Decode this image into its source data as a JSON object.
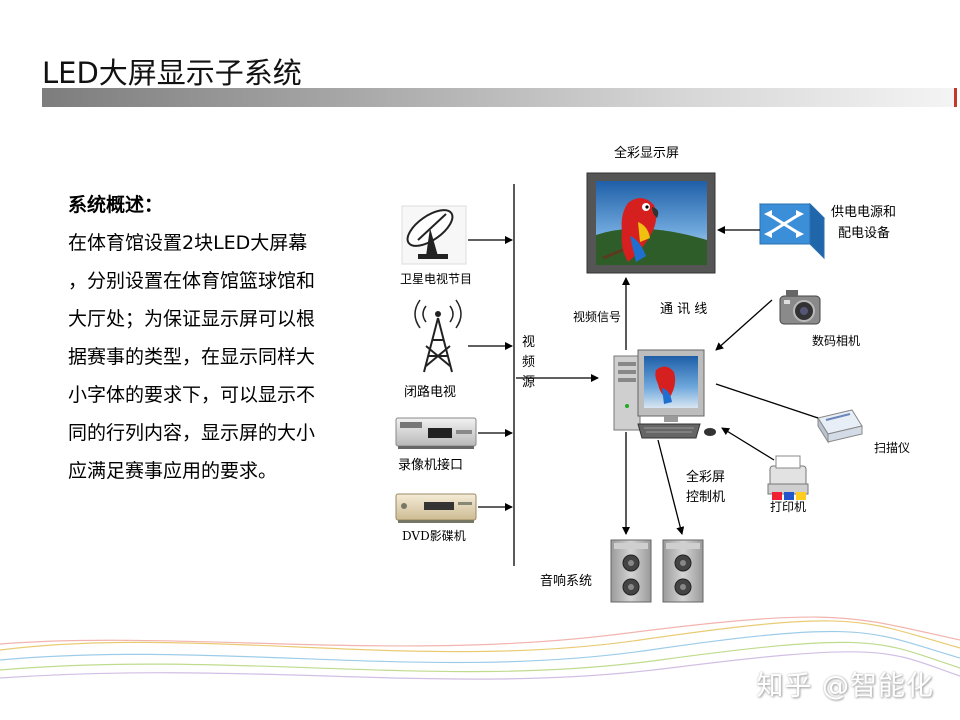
{
  "page": {
    "title": "LED大屏显示子系统"
  },
  "overview": {
    "heading": "系统概述：",
    "lines": [
      "在体育馆设置2块LED大屏幕",
      "，分别设置在体育馆篮球馆和",
      "大厅处；为保证显示屏可以根",
      "据赛事的类型，在显示同样大",
      "小字体的要求下，可以显示不",
      "同的行列内容，显示屏的大小",
      "应满足赛事应用的要求。"
    ]
  },
  "diagram": {
    "display_label": "全彩显示屏",
    "power_label_1": "供电电源和",
    "power_label_2": "配电设备",
    "satellite_label": "卫星电视节目",
    "cctv_label": "闭路电视",
    "vcr_label": "录像机接口",
    "dvd_label": "DVD影碟机",
    "video_source_chars": [
      "视",
      "频",
      "源"
    ],
    "video_signal_label": "视频信号",
    "comm_line_label": "通 讯 线",
    "camera_label": "数码相机",
    "scanner_label": "扫描仪",
    "controller_label_1": "全彩屏",
    "controller_label_2": "控制机",
    "printer_label": "打印机",
    "audio_label": "音响系统"
  },
  "watermark": {
    "text": "知乎 @智能化"
  },
  "colors": {
    "title_bar_start": "#7d7d7d",
    "title_bar_end": "#f4f4f4",
    "accent_red": "#c0392b",
    "switch_blue": "#3a8fd8"
  }
}
